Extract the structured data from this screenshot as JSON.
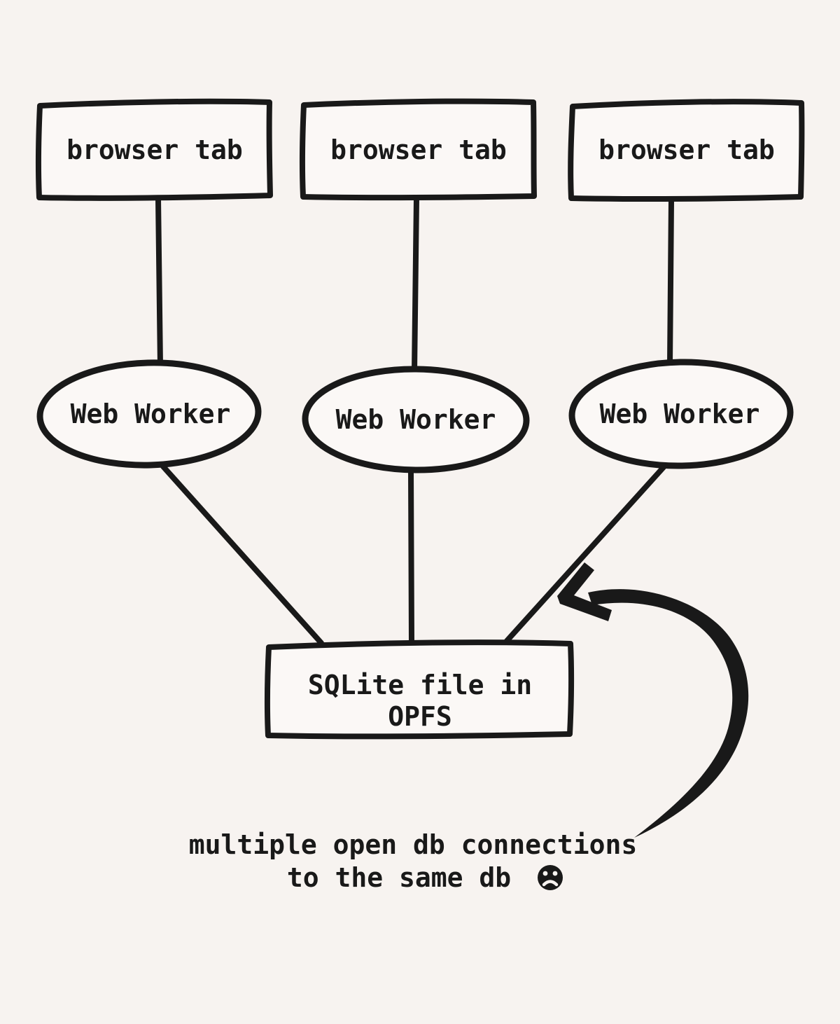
{
  "colors": {
    "bg": "#f7f3f0",
    "ink": "#191919",
    "node-fill": "#fbf8f6"
  },
  "diagram": {
    "tabs": [
      {
        "label": "browser tab"
      },
      {
        "label": "browser tab"
      },
      {
        "label": "browser tab"
      }
    ],
    "workers": [
      {
        "label": "Web Worker"
      },
      {
        "label": "Web Worker"
      },
      {
        "label": "Web Worker"
      }
    ],
    "storage": {
      "line1": "SQLite file in",
      "line2": "OPFS"
    },
    "caption": {
      "line1": "multiple open db connections",
      "line2": "to the same db",
      "emoji": "frowning-face-icon"
    }
  }
}
